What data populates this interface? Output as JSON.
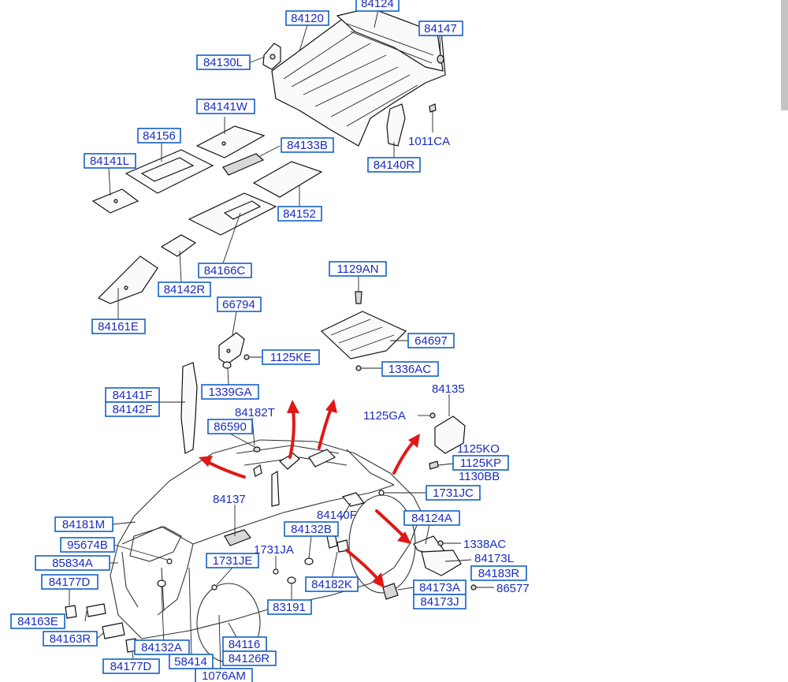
{
  "labels": {
    "p84124": "84124",
    "p84120": "84120",
    "p84147": "84147",
    "p84130L": "84130L",
    "p1011CA": "1011CA",
    "p84141W": "84141W",
    "p84156": "84156",
    "p84133B": "84133B",
    "p84140R": "84140R",
    "p84141L": "84141L",
    "p84152": "84152",
    "p84166C": "84166C",
    "p84142R": "84142R",
    "p84161E": "84161E",
    "p1129AN": "1129AN",
    "p66794": "66794",
    "p64697": "64697",
    "p1125KE": "1125KE",
    "p1336AC": "1336AC",
    "p1339GA": "1339GA",
    "p84135": "84135",
    "p84141F": "84141F",
    "p84142F": "84142F",
    "p84182T": "84182T",
    "p1125GA": "1125GA",
    "p86590": "86590",
    "p1125KO": "1125KO",
    "p1125KP": "1125KP",
    "p1130BB": "1130BB",
    "p84137": "84137",
    "p1731JC": "1731JC",
    "p84140F": "84140F",
    "p84124A": "84124A",
    "p84181M": "84181M",
    "p84132B": "84132B",
    "p1338AC": "1338AC",
    "p95674B": "95674B",
    "p1731JA": "1731JA",
    "p84173L": "84173L",
    "p85834A": "85834A",
    "p1731JE": "1731JE",
    "p84183R": "84183R",
    "p84177D_a": "84177D",
    "p84182K": "84182K",
    "p84173A": "84173A",
    "p86577": "86577",
    "p84173J": "84173J",
    "p83191": "83191",
    "p84163E": "84163E",
    "p84163R": "84163R",
    "p84116": "84116",
    "p84132A": "84132A",
    "p58414": "58414",
    "p84126R": "84126R",
    "p84177D_b": "84177D",
    "p1076AM": "1076AM"
  }
}
